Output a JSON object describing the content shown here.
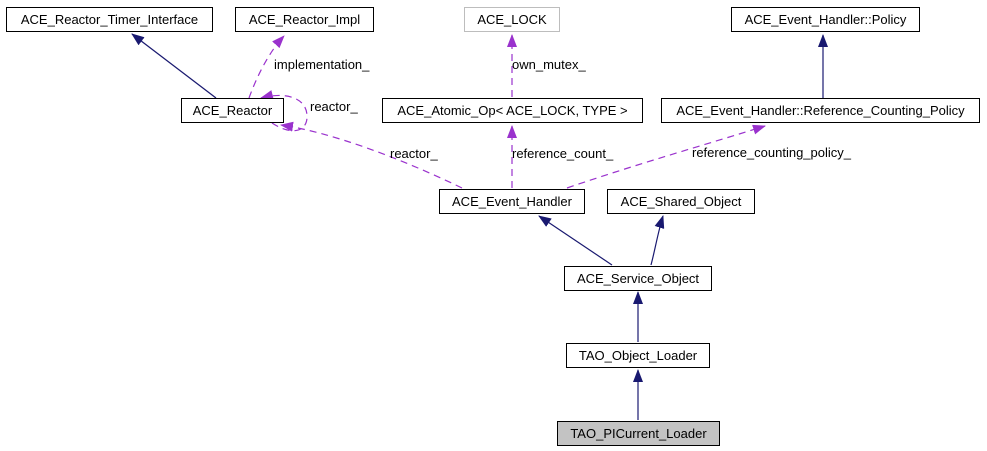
{
  "diagram": {
    "kind": "doxygen-collaboration-graph",
    "focus_class": "TAO_PICurrent_Loader"
  },
  "colors": {
    "inheritance_edge": "#191970",
    "usage_edge": "#9a32cd",
    "node_border": "#000000",
    "external_node_border": "#bdbdbd",
    "highlighted_node_fill": "#c3c3c3",
    "background": "#ffffff"
  },
  "nodes": [
    {
      "label": "ACE_Reactor_Timer_Interface"
    },
    {
      "label": "ACE_Reactor_Impl"
    },
    {
      "label": "ACE_LOCK"
    },
    {
      "label": "ACE_Event_Handler::Policy"
    },
    {
      "label": "ACE_Reactor"
    },
    {
      "label": "ACE_Atomic_Op< ACE_LOCK, TYPE >"
    },
    {
      "label": "ACE_Event_Handler::Reference_Counting_Policy"
    },
    {
      "label": "ACE_Event_Handler"
    },
    {
      "label": "ACE_Shared_Object"
    },
    {
      "label": "ACE_Service_Object"
    },
    {
      "label": "TAO_Object_Loader"
    },
    {
      "label": "TAO_PICurrent_Loader"
    }
  ],
  "edges": [
    {
      "from": "ACE_Reactor",
      "to": "ACE_Reactor_Timer_Interface",
      "type": "inheritance",
      "label": ""
    },
    {
      "from": "ACE_Reactor",
      "to": "ACE_Reactor_Impl",
      "type": "usage",
      "label": "implementation_"
    },
    {
      "from": "ACE_Reactor",
      "to": "ACE_Reactor",
      "type": "usage",
      "label": "reactor_"
    },
    {
      "from": "ACE_Atomic_Op< ACE_LOCK, TYPE >",
      "to": "ACE_LOCK",
      "type": "usage",
      "label": "own_mutex_"
    },
    {
      "from": "ACE_Event_Handler::Reference_Counting_Policy",
      "to": "ACE_Event_Handler::Policy",
      "type": "inheritance",
      "label": ""
    },
    {
      "from": "ACE_Event_Handler",
      "to": "ACE_Reactor",
      "type": "usage",
      "label": "reactor_"
    },
    {
      "from": "ACE_Event_Handler",
      "to": "ACE_Atomic_Op< ACE_LOCK, TYPE >",
      "type": "usage",
      "label": "reference_count_"
    },
    {
      "from": "ACE_Event_Handler",
      "to": "ACE_Event_Handler::Reference_Counting_Policy",
      "type": "usage",
      "label": "reference_counting_policy_"
    },
    {
      "from": "ACE_Service_Object",
      "to": "ACE_Event_Handler",
      "type": "inheritance",
      "label": ""
    },
    {
      "from": "ACE_Service_Object",
      "to": "ACE_Shared_Object",
      "type": "inheritance",
      "label": ""
    },
    {
      "from": "TAO_Object_Loader",
      "to": "ACE_Service_Object",
      "type": "inheritance",
      "label": ""
    },
    {
      "from": "TAO_PICurrent_Loader",
      "to": "TAO_Object_Loader",
      "type": "inheritance",
      "label": ""
    }
  ]
}
